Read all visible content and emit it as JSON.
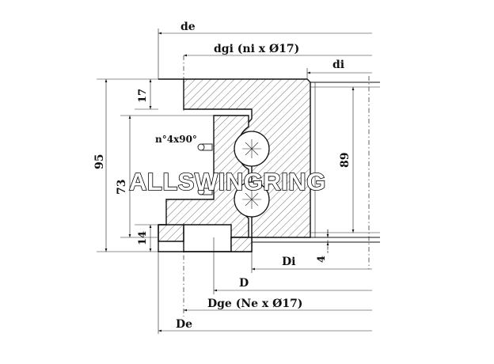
{
  "labels": {
    "de": "de",
    "dgi": "dgi (ni x Ø17)",
    "di": "di",
    "n_holes": "n°4x90°",
    "dim_95": "95",
    "dim_73": "73",
    "dim_17": "17",
    "dim_14": "14",
    "dim_89": "89",
    "dim_4": "4",
    "Di": "Di",
    "D": "D",
    "Dge": "Dge (Ne x Ø17)",
    "De": "De"
  },
  "watermark": "ALLSWINGRING",
  "colors": {
    "line": "#111111",
    "watermark_fill": "#ffffff",
    "watermark_stroke": "#000000"
  }
}
